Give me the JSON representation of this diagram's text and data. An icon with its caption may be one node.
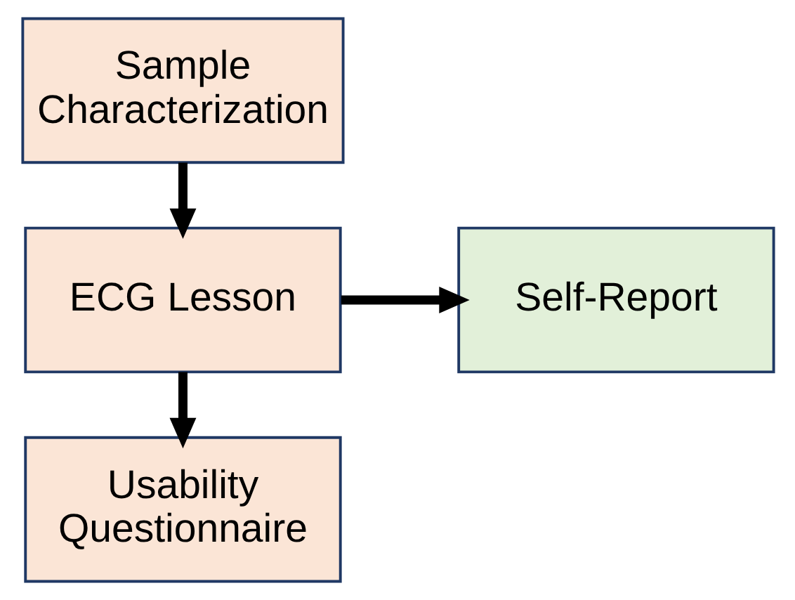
{
  "diagram": {
    "nodes": [
      {
        "text": [
          "Sample Characterization"
        ]
      },
      {
        "text": [
          "ECG Lesson"
        ]
      },
      {
        "text": [
          "Self-Report"
        ]
      },
      {
        "text": [
          "Usability Questionnaire"
        ]
      }
    ],
    "edges": [
      {
        "from": 0,
        "to": 1,
        "arrow": "to"
      },
      {
        "from": 1,
        "to": 2,
        "arrow": "to"
      },
      {
        "from": 1,
        "to": 3,
        "arrow": "to"
      }
    ]
  }
}
